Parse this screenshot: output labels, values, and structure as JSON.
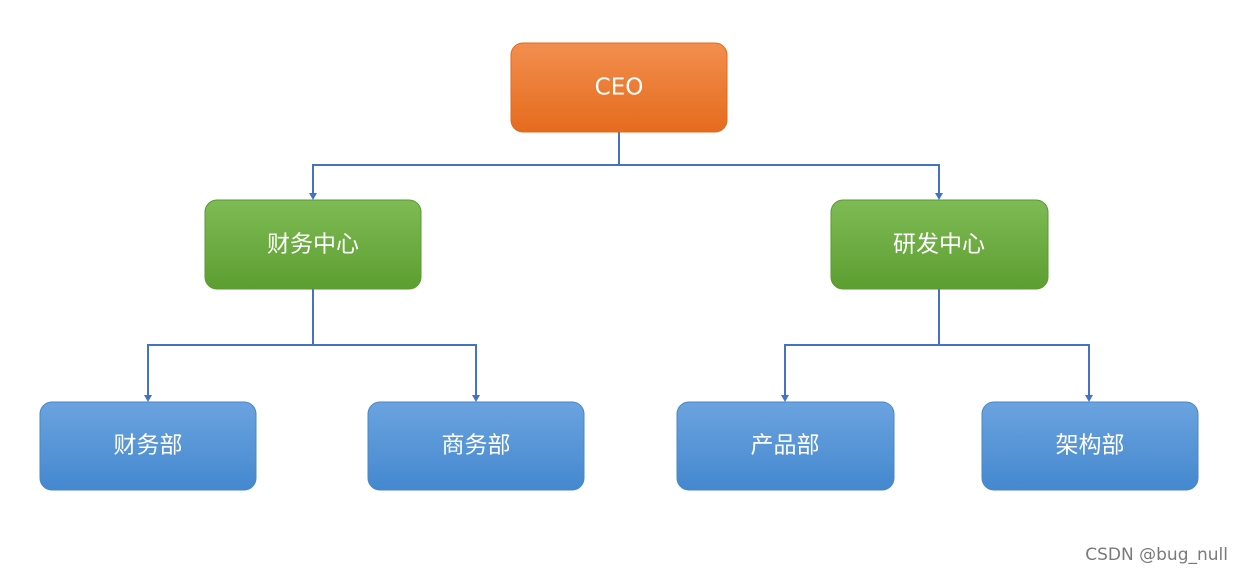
{
  "nodes": {
    "ceo": {
      "label": "CEO"
    },
    "finance_center": {
      "label": "财务中心"
    },
    "rd_center": {
      "label": "研发中心"
    },
    "finance_dept": {
      "label": "财务部"
    },
    "business_dept": {
      "label": "商务部"
    },
    "product_dept": {
      "label": "产品部"
    },
    "architecture_dept": {
      "label": "架构部"
    }
  },
  "edges": [
    {
      "from": "ceo",
      "to": "finance_center"
    },
    {
      "from": "ceo",
      "to": "rd_center"
    },
    {
      "from": "finance_center",
      "to": "finance_dept"
    },
    {
      "from": "finance_center",
      "to": "business_dept"
    },
    {
      "from": "rd_center",
      "to": "product_dept"
    },
    {
      "from": "rd_center",
      "to": "architecture_dept"
    }
  ],
  "colors": {
    "level_0": [
      "#f28f4e",
      "#e56b1d"
    ],
    "level_1": [
      "#7fbb55",
      "#5c9e30"
    ],
    "level_2": [
      "#6ba3df",
      "#4488cf"
    ],
    "connector": "#4472c4"
  },
  "watermark": "CSDN @bug_null"
}
